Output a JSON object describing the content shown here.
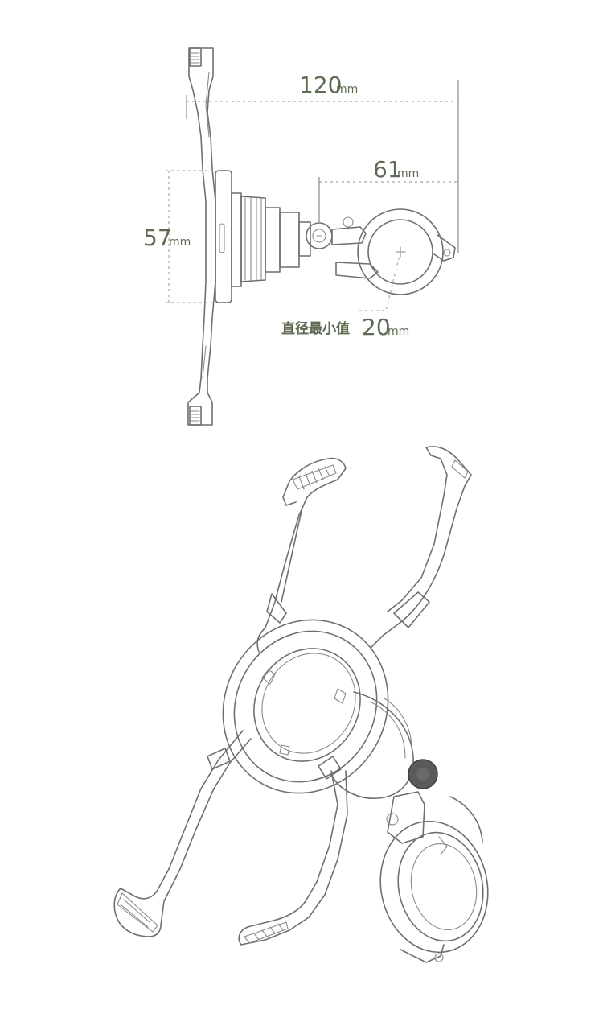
{
  "dimensions": {
    "width_120": {
      "value": "120",
      "unit": "mm"
    },
    "depth_61": {
      "value": "61",
      "unit": "mm"
    },
    "height_57": {
      "value": "57",
      "unit": "mm"
    },
    "min_diameter": {
      "label": "直径最小值",
      "value": "20",
      "unit": "mm"
    }
  },
  "colors": {
    "accent_text": "#5d6b52",
    "line": "#6f6f6f",
    "dash": "#a7a7a7"
  }
}
